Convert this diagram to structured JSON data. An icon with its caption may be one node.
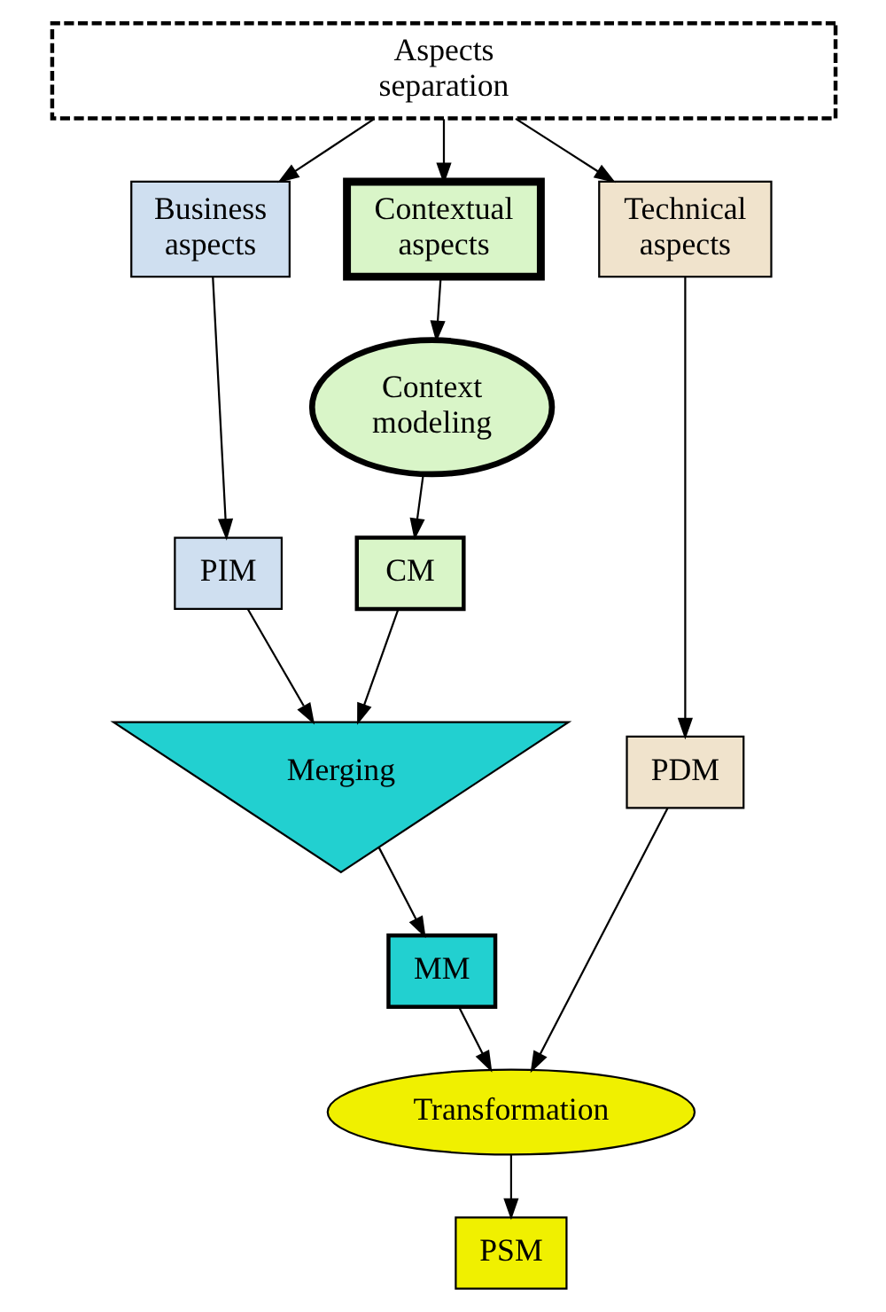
{
  "diagram": {
    "nodes": [
      {
        "text": [
          "Aspects separation"
        ]
      },
      {
        "text": [
          "Business aspects"
        ]
      },
      {
        "text": [
          "Contextual aspects"
        ]
      },
      {
        "text": [
          "Technical aspects"
        ]
      },
      {
        "text": [
          "Context modeling"
        ]
      },
      {
        "text": [
          "PIM"
        ]
      },
      {
        "text": [
          "CM"
        ]
      },
      {
        "text": [
          "Merging"
        ]
      },
      {
        "text": [
          "MM"
        ]
      },
      {
        "text": [
          "PDM"
        ]
      },
      {
        "text": [
          "Transformation"
        ]
      },
      {
        "text": [
          "PSM"
        ]
      }
    ],
    "edges": [
      {
        "from": 0,
        "to": 1,
        "arrow": "to"
      },
      {
        "from": 0,
        "to": 2,
        "arrow": "to"
      },
      {
        "from": 0,
        "to": 3,
        "arrow": "to"
      },
      {
        "from": 2,
        "to": 4,
        "arrow": "to"
      },
      {
        "from": 1,
        "to": 5,
        "arrow": "to"
      },
      {
        "from": 4,
        "to": 6,
        "arrow": "to"
      },
      {
        "from": 5,
        "to": 7,
        "arrow": "to"
      },
      {
        "from": 6,
        "to": 7,
        "arrow": "to"
      },
      {
        "from": 3,
        "to": 9,
        "arrow": "to"
      },
      {
        "from": 7,
        "to": 8,
        "arrow": "to"
      },
      {
        "from": 8,
        "to": 10,
        "arrow": "to"
      },
      {
        "from": 9,
        "to": 10,
        "arrow": "to"
      },
      {
        "from": 10,
        "to": 11,
        "arrow": "to"
      }
    ]
  }
}
